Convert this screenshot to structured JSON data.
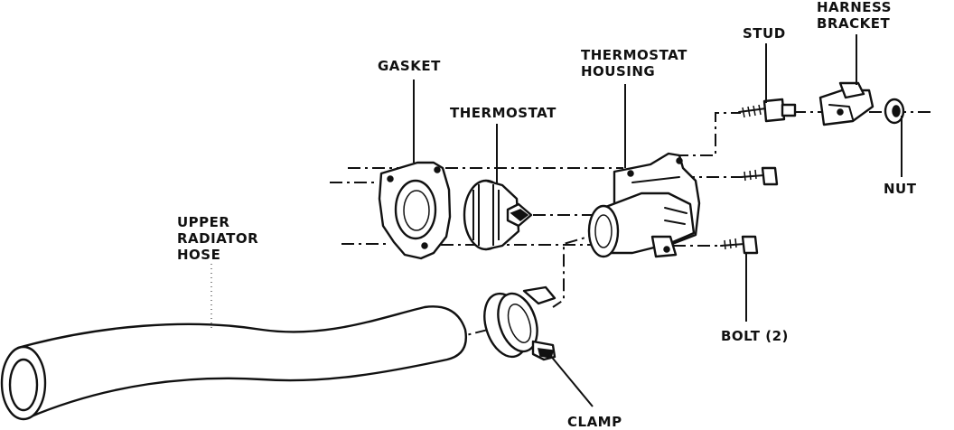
{
  "labels": {
    "gasket": "GASKET",
    "thermostat": "THERMOSTAT",
    "thermostat_housing_1": "THERMOSTAT",
    "thermostat_housing_2": "HOUSING",
    "stud": "STUD",
    "harness_bracket_1": "HARNESS",
    "harness_bracket_2": "BRACKET",
    "nut": "NUT",
    "bolt": "BOLT (2)",
    "clamp": "CLAMP",
    "upper_radiator_hose_1": "UPPER",
    "upper_radiator_hose_2": "RADIATOR",
    "upper_radiator_hose_3": "HOSE"
  }
}
